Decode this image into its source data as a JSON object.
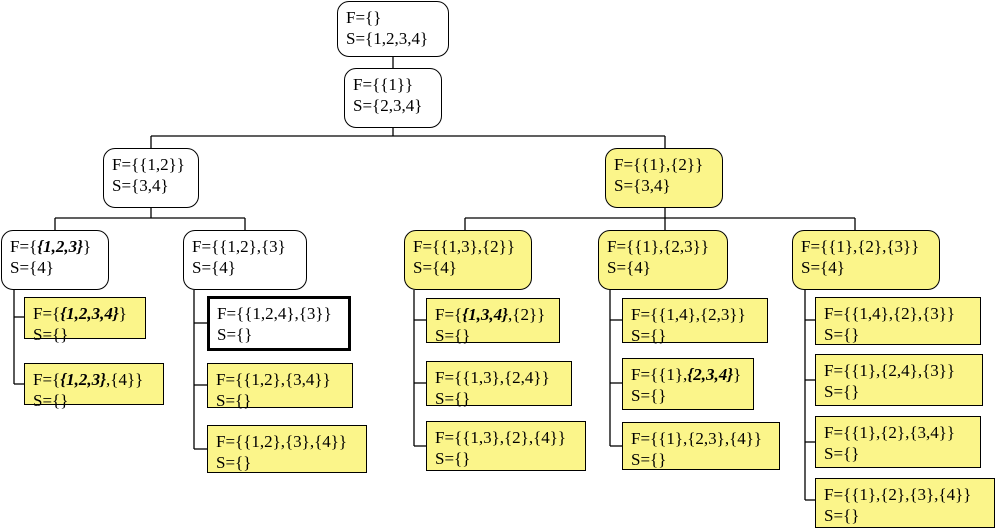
{
  "nodes": [
    {
      "id": "n0",
      "style": "round",
      "fill": "white",
      "f": [
        "F={}"
      ],
      "s": "S={1,2,3,4}"
    },
    {
      "id": "n1",
      "style": "round",
      "fill": "white",
      "f": [
        "F={{1}}"
      ],
      "s": "S={2,3,4}"
    },
    {
      "id": "n2",
      "style": "round",
      "fill": "white",
      "f": [
        "F={{1,2}}"
      ],
      "s": "S={3,4}"
    },
    {
      "id": "n3",
      "style": "round",
      "fill": "yellow",
      "f": [
        "F={{1},{2}}"
      ],
      "s": "S={3,4}"
    },
    {
      "id": "n4",
      "style": "round",
      "fill": "white",
      "f": [
        "F={",
        "{1,2,3}",
        "}"
      ],
      "s": "S={4}"
    },
    {
      "id": "n5",
      "style": "round",
      "fill": "white",
      "f": [
        "F={{1,2},{3}"
      ],
      "s": "S={4}"
    },
    {
      "id": "n6",
      "style": "round",
      "fill": "yellow",
      "f": [
        "F={{1,3},{2}}"
      ],
      "s": "S={4}"
    },
    {
      "id": "n7",
      "style": "round",
      "fill": "yellow",
      "f": [
        "F={{1},{2,3}}"
      ],
      "s": "S={4}"
    },
    {
      "id": "n8",
      "style": "round",
      "fill": "yellow",
      "f": [
        "F={{1},{2},{3}}"
      ],
      "s": "S={4}"
    },
    {
      "id": "l1",
      "style": "sq",
      "fill": "yellow",
      "f": [
        "F={",
        "{1,2,3,4}",
        "}"
      ],
      "s": "S={}"
    },
    {
      "id": "l2",
      "style": "sq",
      "fill": "yellow",
      "f": [
        "F={",
        "{1,2,3}",
        ",{4}}"
      ],
      "s": "S={}"
    },
    {
      "id": "l3",
      "style": "sq",
      "fill": "white",
      "selected": true,
      "f": [
        "F={{1,2,4},{3}}"
      ],
      "s": "S={}"
    },
    {
      "id": "l4",
      "style": "sq",
      "fill": "yellow",
      "f": [
        "F={{1,2},{3,4}}"
      ],
      "s": "S={}"
    },
    {
      "id": "l5",
      "style": "sq",
      "fill": "yellow",
      "f": [
        "F={{1,2},{3},{4}}"
      ],
      "s": "S={}"
    },
    {
      "id": "l6",
      "style": "sq",
      "fill": "yellow",
      "f": [
        "F={",
        "{1,3,4}",
        ",{2}}"
      ],
      "s": "S={}"
    },
    {
      "id": "l7",
      "style": "sq",
      "fill": "yellow",
      "f": [
        "F={{1,3},{2,4}}"
      ],
      "s": "S={}"
    },
    {
      "id": "l8",
      "style": "sq",
      "fill": "yellow",
      "f": [
        "F={{1,3},{2},{4}}"
      ],
      "s": "S={}"
    },
    {
      "id": "l9",
      "style": "sq",
      "fill": "yellow",
      "f": [
        "F={{1,4},{2,3}}"
      ],
      "s": "S={}"
    },
    {
      "id": "l10",
      "style": "sq",
      "fill": "yellow",
      "f": [
        "F={{1},",
        "{2,3,4}",
        "}"
      ],
      "s": "S={}"
    },
    {
      "id": "l11",
      "style": "sq",
      "fill": "yellow",
      "f": [
        "F={{1},{2,3},{4}}"
      ],
      "s": "S={}"
    },
    {
      "id": "l12",
      "style": "sq",
      "fill": "yellow",
      "f": [
        "F={{1,4},{2},{3}}"
      ],
      "s": "S={}"
    },
    {
      "id": "l13",
      "style": "sq",
      "fill": "yellow",
      "f": [
        "F={{1},{2,4},{3}}"
      ],
      "s": "S={}"
    },
    {
      "id": "l14",
      "style": "sq",
      "fill": "yellow",
      "f": [
        "F={{1},{2},{3,4}}"
      ],
      "s": "S={}"
    },
    {
      "id": "l15",
      "style": "sq",
      "fill": "yellow",
      "f": [
        "F={{1},{2},{3},{4}}"
      ],
      "s": "S={}"
    }
  ],
  "colors": {
    "yellow": "#fbf58a",
    "white": "#ffffff",
    "line": "#000000"
  }
}
